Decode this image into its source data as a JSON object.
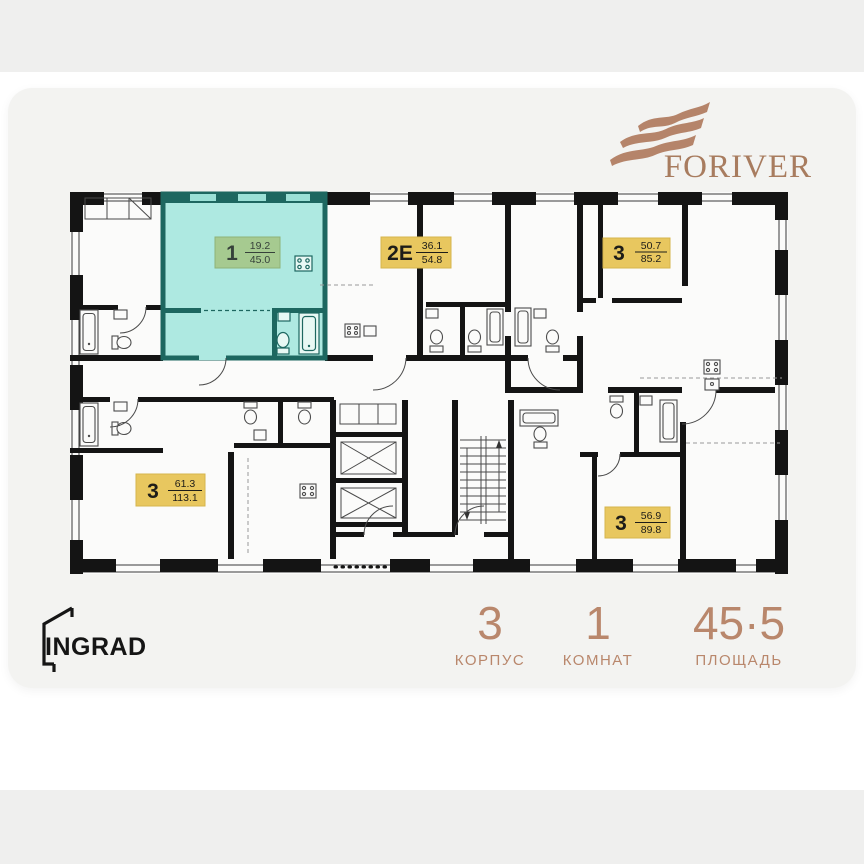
{
  "brand": {
    "name": "FORIVER",
    "color": "#b5846a"
  },
  "developer": {
    "name": "INGRAD"
  },
  "summary": {
    "stats": [
      {
        "value": "3",
        "label": "КОРПУС"
      },
      {
        "value": "1",
        "label": "КОМНАТ"
      },
      {
        "value": "45·5",
        "label": "ПЛОЩАДЬ"
      }
    ]
  },
  "plan": {
    "highlight_fill": "#aee9e1",
    "highlight_border": "#1d6760",
    "label_green": "#a6ca90",
    "label_yellow": "#e8c75f",
    "units": [
      {
        "rooms": "1",
        "area_living": "19.2",
        "area_total": "45.0",
        "highlighted": true
      },
      {
        "rooms": "2Е",
        "area_living": "36.1",
        "area_total": "54.8",
        "highlighted": false
      },
      {
        "rooms": "3",
        "area_living": "50.7",
        "area_total": "85.2",
        "highlighted": false
      },
      {
        "rooms": "3",
        "area_living": "61.3",
        "area_total": "113.1",
        "highlighted": false
      },
      {
        "rooms": "3",
        "area_living": "56.9",
        "area_total": "89.8",
        "highlighted": false
      }
    ]
  }
}
